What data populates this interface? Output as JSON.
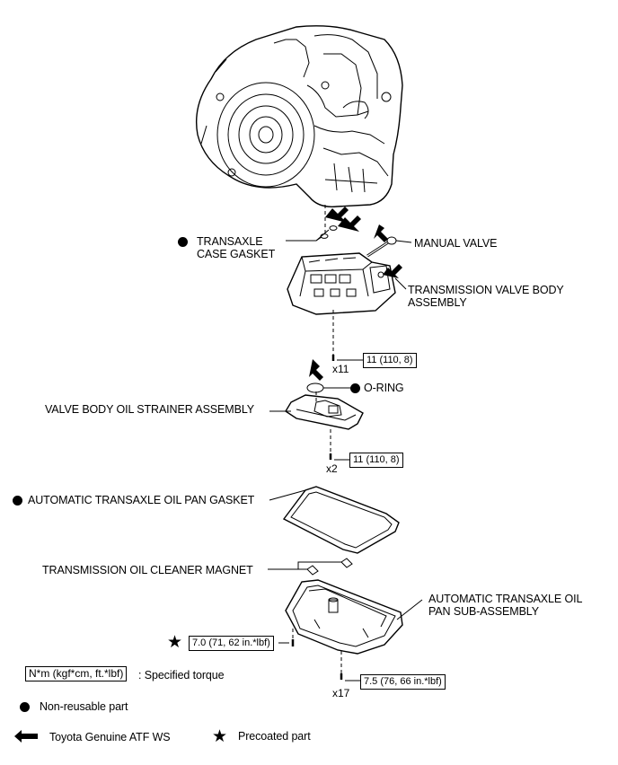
{
  "labels": {
    "transaxle_case_gasket": "TRANSAXLE\nCASE GASKET",
    "manual_valve": "MANUAL VALVE",
    "transmission_valve_body": "TRANSMISSION VALVE BODY\nASSEMBLY",
    "o_ring": "O-RING",
    "valve_body_oil_strainer": "VALVE BODY OIL STRAINER ASSEMBLY",
    "oil_pan_gasket": "AUTOMATIC TRANSAXLE OIL PAN GASKET",
    "oil_cleaner_magnet": "TRANSMISSION OIL CLEANER MAGNET",
    "oil_pan_sub_assembly": "AUTOMATIC TRANSAXLE OIL\nPAN SUB-ASSEMBLY"
  },
  "torques": {
    "valve_body_bolts": "11 (110, 8)",
    "strainer_bolts": "11 (110, 8)",
    "pan_plug": "7.0 (71, 62 in.*lbf)",
    "pan_bolts": "7.5 (76, 66 in.*lbf)"
  },
  "quantities": {
    "valve_body_bolts": "x11",
    "strainer_bolts": "x2",
    "pan_bolts": "x17"
  },
  "legend": {
    "torque_box": "N*m (kgf*cm, ft.*lbf)",
    "torque_desc": ": Specified torque",
    "non_reusable": "Non-reusable part",
    "atf": "Toyota Genuine ATF WS",
    "precoated": "Precoated part"
  },
  "icons": {
    "non_reusable": "filled-circle-icon",
    "atf": "left-arrow-icon",
    "precoated": "star-icon"
  }
}
